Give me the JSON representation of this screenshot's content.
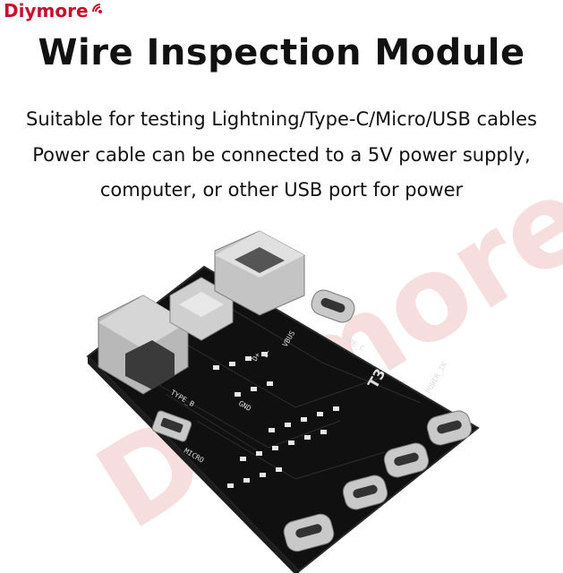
{
  "brand": {
    "name": "Diymore",
    "accent": "#c8102e"
  },
  "header": {
    "title": "Wire Inspection Module"
  },
  "description": {
    "line1": "Suitable for testing Lightning/Type-C/Micro/USB cables",
    "line2": "Power cable can be connected to a 5V power supply,",
    "line3": "computer, or other USB port for power"
  },
  "watermark": {
    "text": "Diymore"
  },
  "board": {
    "labels": {
      "type_b": "TYPE_B",
      "type_c": "TYPE_C",
      "micro": "MICRO",
      "power_in": "POWER_IN",
      "gnd": "GND",
      "dminus": "D-",
      "dplus": "D+",
      "vbus": "VBUS",
      "model": "T3"
    },
    "colors": {
      "pcb": "#101010",
      "metal": "#c9c9c9",
      "led": "#e8e8e8"
    }
  }
}
